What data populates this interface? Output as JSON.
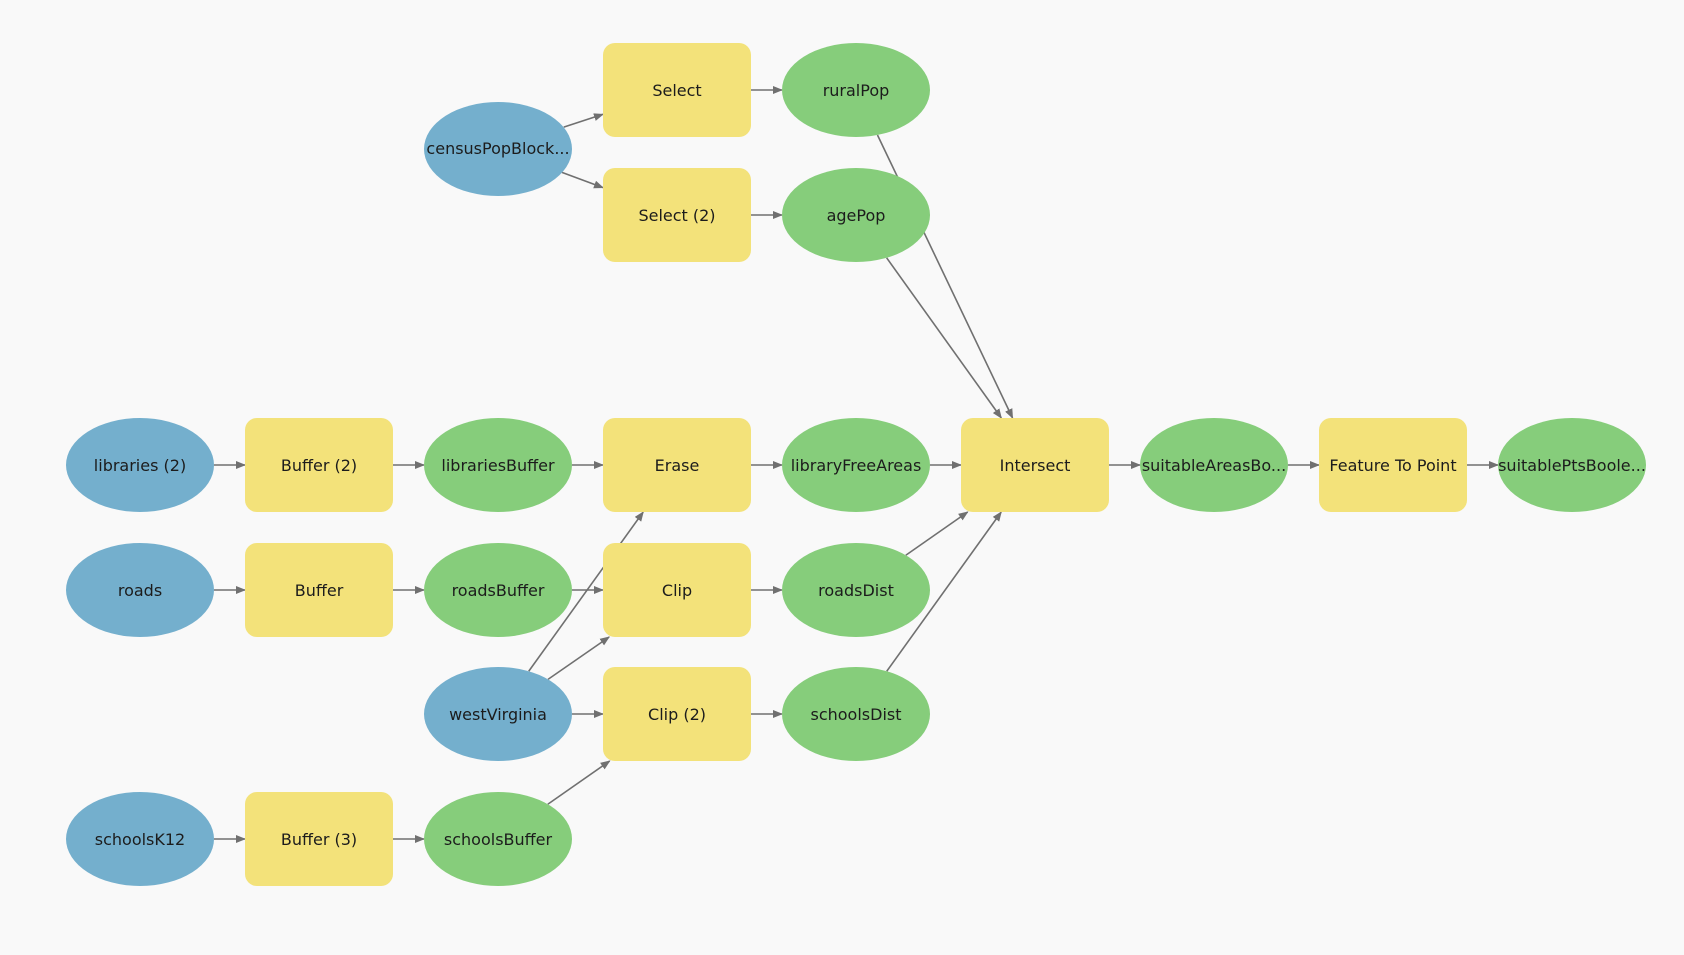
{
  "colors": {
    "input": "#74afcd",
    "output": "#86cd7b",
    "tool": "#f3e27a",
    "edge": "#707070",
    "background": "#f9f9f9"
  },
  "nodes": [
    {
      "id": "census",
      "label": "censusPopBlock...",
      "kind": "input"
    },
    {
      "id": "select",
      "label": "Select",
      "kind": "tool"
    },
    {
      "id": "select2",
      "label": "Select (2)",
      "kind": "tool"
    },
    {
      "id": "ruralPop",
      "label": "ruralPop",
      "kind": "output"
    },
    {
      "id": "agePop",
      "label": "agePop",
      "kind": "output"
    },
    {
      "id": "libraries",
      "label": "libraries (2)",
      "kind": "input"
    },
    {
      "id": "buffer2",
      "label": "Buffer (2)",
      "kind": "tool"
    },
    {
      "id": "librariesBuffer",
      "label": "librariesBuffer",
      "kind": "output"
    },
    {
      "id": "erase",
      "label": "Erase",
      "kind": "tool"
    },
    {
      "id": "libraryFreeAreas",
      "label": "libraryFreeAreas",
      "kind": "output"
    },
    {
      "id": "intersect",
      "label": "Intersect",
      "kind": "tool"
    },
    {
      "id": "suitableAreas",
      "label": "suitableAreasBo...",
      "kind": "output"
    },
    {
      "id": "featureToPoint",
      "label": "Feature To Point",
      "kind": "tool"
    },
    {
      "id": "suitablePts",
      "label": "suitablePtsBoole...",
      "kind": "output"
    },
    {
      "id": "roads",
      "label": "roads",
      "kind": "input"
    },
    {
      "id": "buffer",
      "label": "Buffer",
      "kind": "tool"
    },
    {
      "id": "roadsBuffer",
      "label": "roadsBuffer",
      "kind": "output"
    },
    {
      "id": "clip",
      "label": "Clip",
      "kind": "tool"
    },
    {
      "id": "roadsDist",
      "label": "roadsDist",
      "kind": "output"
    },
    {
      "id": "westVirginia",
      "label": "westVirginia",
      "kind": "input"
    },
    {
      "id": "clip2",
      "label": "Clip (2)",
      "kind": "tool"
    },
    {
      "id": "schoolsDist",
      "label": "schoolsDist",
      "kind": "output"
    },
    {
      "id": "schoolsK12",
      "label": "schoolsK12",
      "kind": "input"
    },
    {
      "id": "buffer3",
      "label": "Buffer (3)",
      "kind": "tool"
    },
    {
      "id": "schoolsBuffer",
      "label": "schoolsBuffer",
      "kind": "output"
    }
  ],
  "edges": [
    {
      "from": "census",
      "to": "select"
    },
    {
      "from": "census",
      "to": "select2"
    },
    {
      "from": "select",
      "to": "ruralPop"
    },
    {
      "from": "select2",
      "to": "agePop"
    },
    {
      "from": "ruralPop",
      "to": "intersect"
    },
    {
      "from": "agePop",
      "to": "intersect"
    },
    {
      "from": "libraries",
      "to": "buffer2"
    },
    {
      "from": "buffer2",
      "to": "librariesBuffer"
    },
    {
      "from": "librariesBuffer",
      "to": "erase"
    },
    {
      "from": "erase",
      "to": "libraryFreeAreas"
    },
    {
      "from": "libraryFreeAreas",
      "to": "intersect"
    },
    {
      "from": "intersect",
      "to": "suitableAreas"
    },
    {
      "from": "suitableAreas",
      "to": "featureToPoint"
    },
    {
      "from": "featureToPoint",
      "to": "suitablePts"
    },
    {
      "from": "roads",
      "to": "buffer"
    },
    {
      "from": "buffer",
      "to": "roadsBuffer"
    },
    {
      "from": "roadsBuffer",
      "to": "clip"
    },
    {
      "from": "clip",
      "to": "roadsDist"
    },
    {
      "from": "roadsDist",
      "to": "intersect"
    },
    {
      "from": "westVirginia",
      "to": "erase"
    },
    {
      "from": "westVirginia",
      "to": "clip"
    },
    {
      "from": "westVirginia",
      "to": "clip2"
    },
    {
      "from": "clip2",
      "to": "schoolsDist"
    },
    {
      "from": "schoolsDist",
      "to": "intersect"
    },
    {
      "from": "schoolsK12",
      "to": "buffer3"
    },
    {
      "from": "buffer3",
      "to": "schoolsBuffer"
    },
    {
      "from": "schoolsBuffer",
      "to": "clip2"
    }
  ]
}
